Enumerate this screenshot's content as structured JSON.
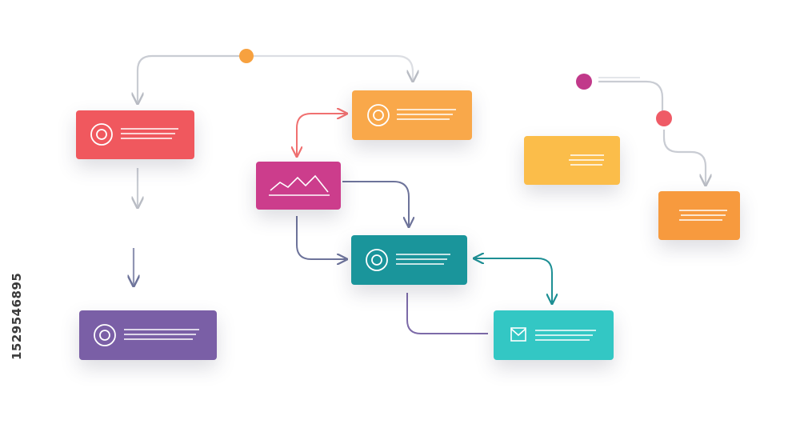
{
  "image_id_text": "1529546895",
  "colors": {
    "connector_gray": "#c9ccd3",
    "connector_dark": "#7c82a6",
    "connector_teal": "#1d8f94",
    "connector_coral": "#f07070",
    "dot_orange": "#f7a13f",
    "dot_magenta": "#c1398a",
    "dot_coral": "#ef5b66"
  },
  "nodes": [
    {
      "id": "red-node",
      "fill": "#f0585e",
      "icon": "target-icon"
    },
    {
      "id": "orange-top-node",
      "fill": "#f9a84a",
      "icon": "target-icon"
    },
    {
      "id": "magenta-chart-node",
      "fill": "#cc3d8c",
      "icon": "line-chart-icon"
    },
    {
      "id": "teal-center-node",
      "fill": "#1a959b",
      "icon": "target-icon"
    },
    {
      "id": "purple-node",
      "fill": "#7a5fa6",
      "icon": "target-icon"
    },
    {
      "id": "cyan-mail-node",
      "fill": "#33c7c4",
      "icon": "mail-icon"
    },
    {
      "id": "yellow-node",
      "fill": "#fbbd4a",
      "icon": "text-lines-icon"
    },
    {
      "id": "orange-right-node",
      "fill": "#f79a3e",
      "icon": "text-lines-icon"
    }
  ]
}
